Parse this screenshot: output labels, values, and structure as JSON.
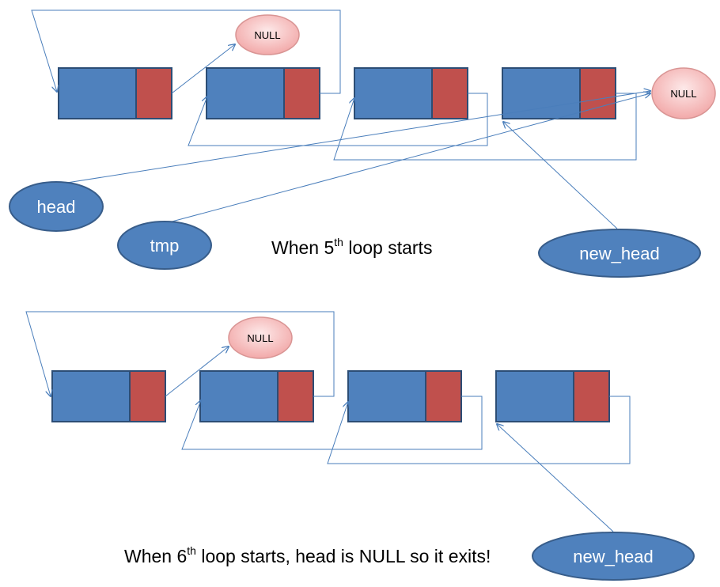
{
  "diagram1": {
    "null_top": "NULL",
    "null_right": "NULL",
    "head_label": "head",
    "tmp_label": "tmp",
    "new_head_label": "new_head",
    "caption_pre": "When 5",
    "caption_sup": "th",
    "caption_post": " loop starts"
  },
  "diagram2": {
    "null_top": "NULL",
    "new_head_label": "new_head",
    "caption_pre": "When 6",
    "caption_sup": "th",
    "caption_post": " loop starts, head is NULL so it exits!"
  },
  "colors": {
    "node_data": "#4f81bd",
    "node_next": "#c0504d",
    "node_border": "#2c4d75",
    "arrow": "#4a7ebb",
    "ellipse_fill": "#4f81bd",
    "ellipse_stroke": "#385d8a",
    "null_fill": "#f4b7b7",
    "null_stroke": "#d99594"
  }
}
